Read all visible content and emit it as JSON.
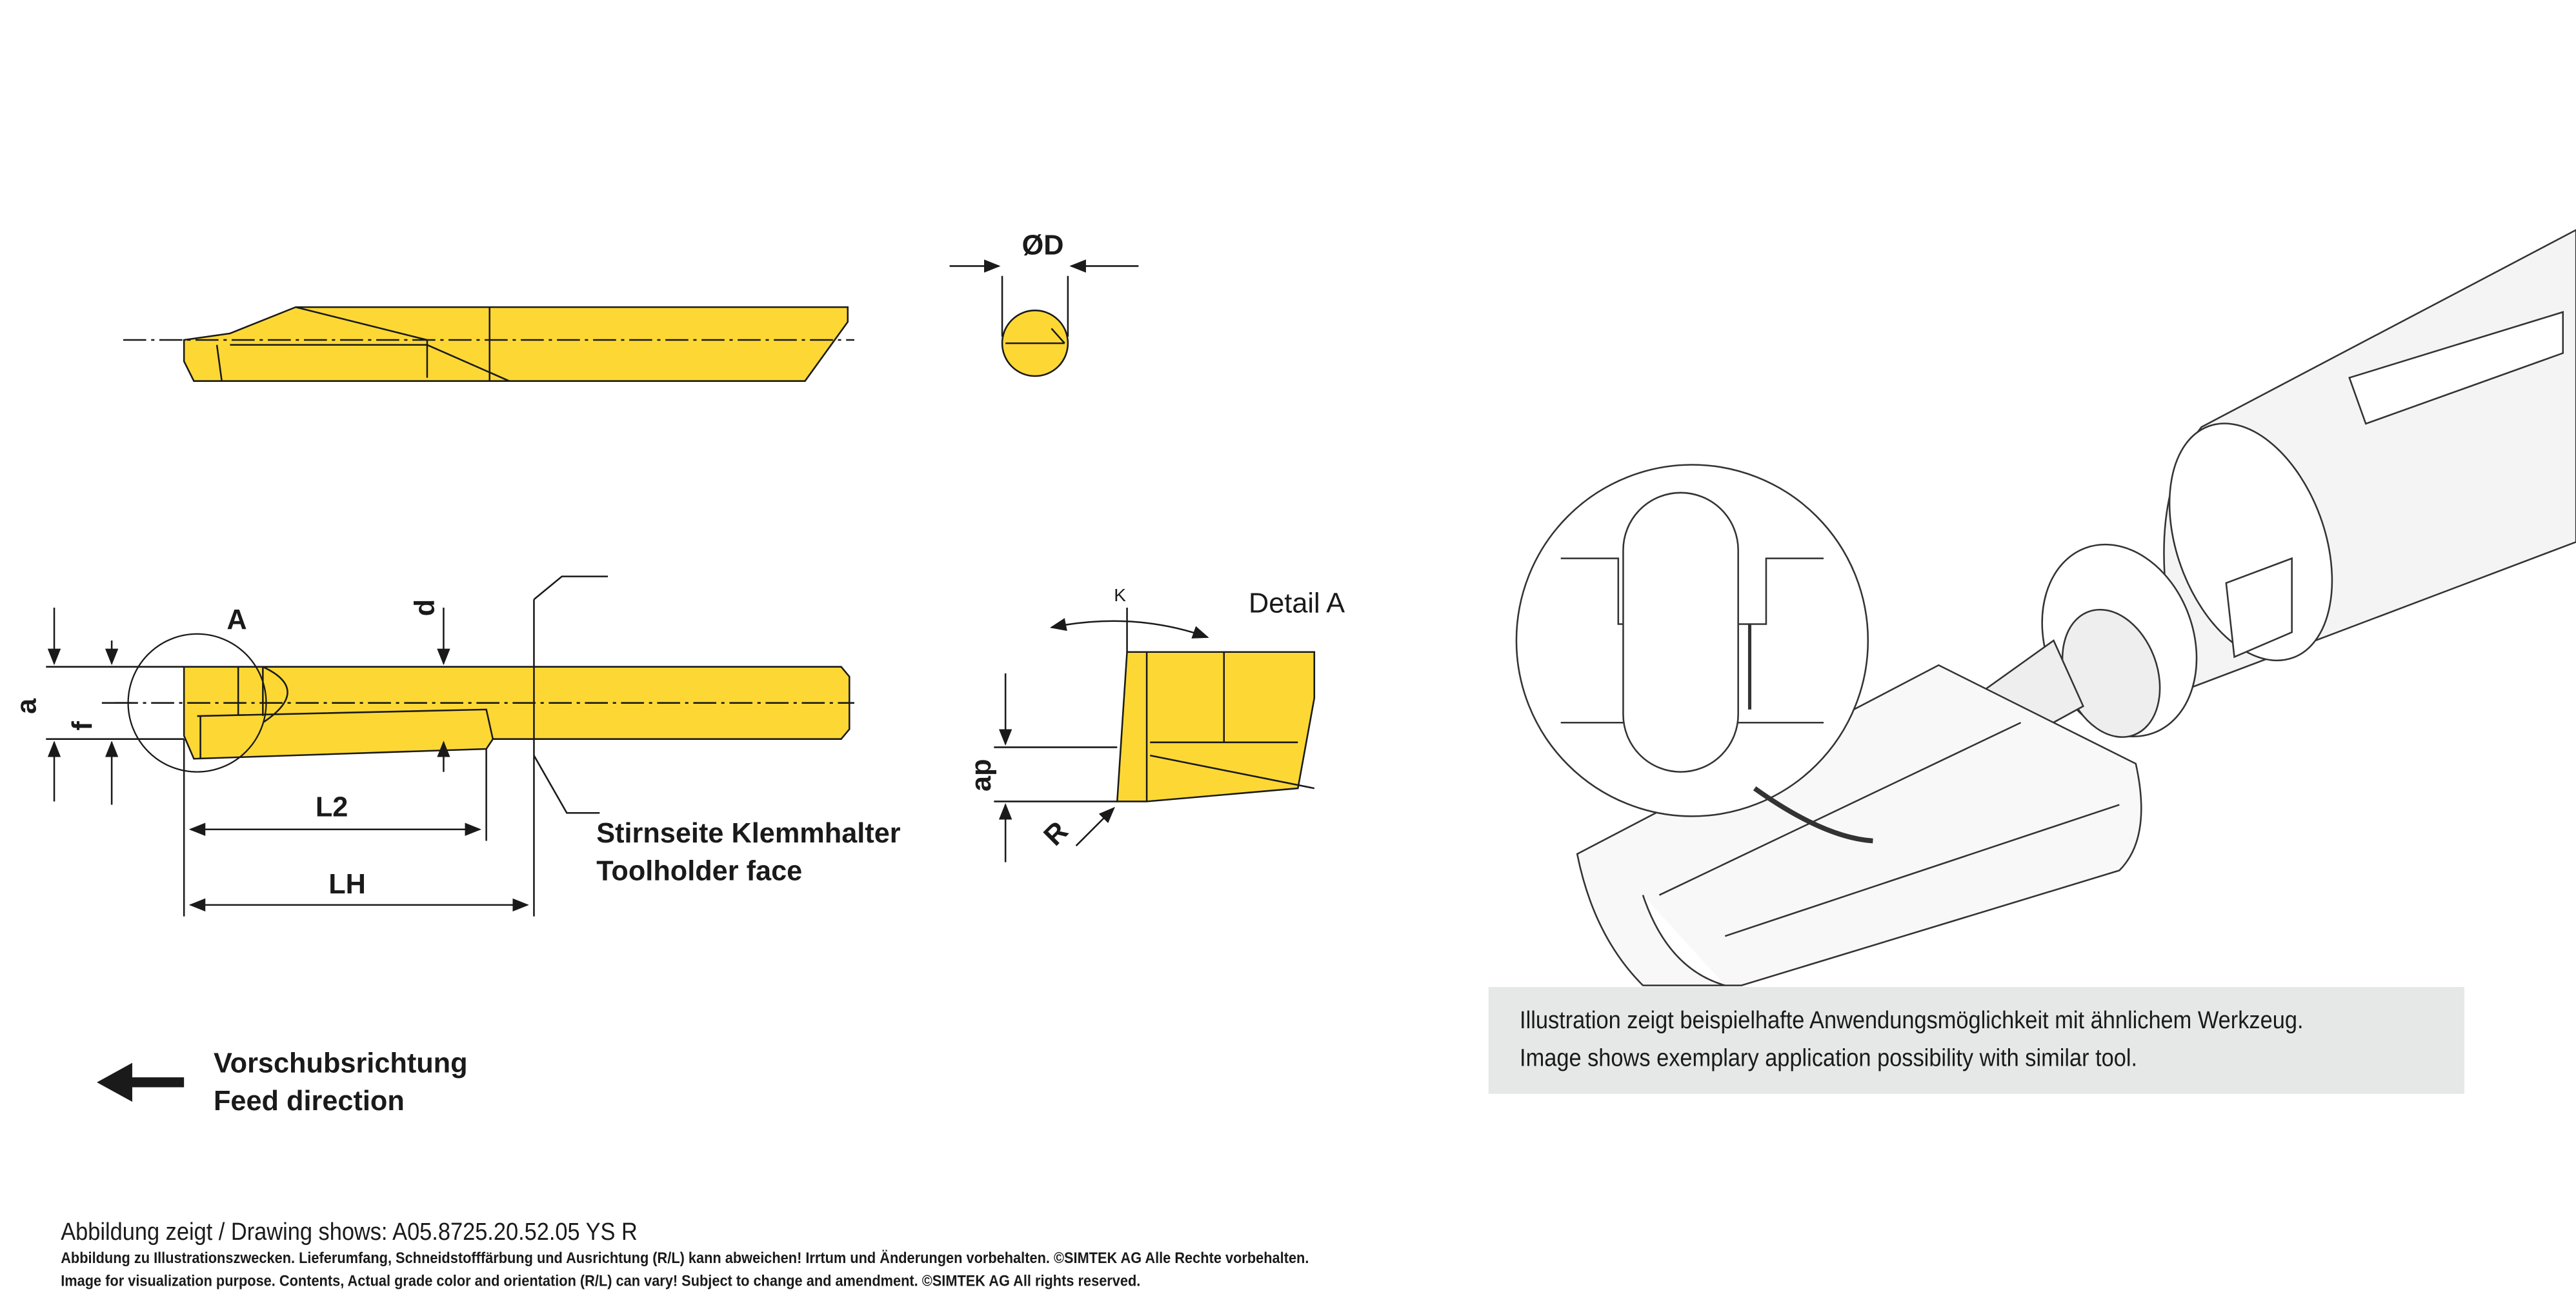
{
  "colors": {
    "tool": "#fdd835",
    "outline": "#1a1a1a",
    "note_bg": "#e6e7e7"
  },
  "dimensions": {
    "diameter": "ØD",
    "a": "a",
    "f": "f",
    "d": "d",
    "L2": "L2",
    "LH": "LH",
    "detail_ref": "A",
    "kappa": "K",
    "ap": "ap",
    "R": "R"
  },
  "detail_title": "Detail A",
  "toolholder_face": {
    "de": "Stirnseite Klemmhalter",
    "en": "Toolholder face"
  },
  "feed_direction": {
    "de": "Vorschubsrichtung",
    "en": "Feed direction",
    "icon": "arrow-left-icon"
  },
  "application_note": {
    "de": "Illustration zeigt beispielhafte Anwendungsmöglichkeit mit ähnlichem Werkzeug.",
    "en": "Image shows exemplary application possibility with similar tool."
  },
  "footer": {
    "drawing_shows": "Abbildung zeigt / Drawing shows: A05.8725.20.52.05 YS R",
    "disclaimer_de": "Abbildung zu Illustrationszwecken. Lieferumfang, Schneidstofffärbung und Ausrichtung (R/L) kann abweichen! Irrtum und Änderungen vorbehalten. ©SIMTEK AG Alle Rechte vorbehalten.",
    "disclaimer_en": "Image for visualization purpose. Contents, Actual grade color and orientation (R/L) can vary! Subject to change and amendment. ©SIMTEK AG All rights reserved."
  }
}
